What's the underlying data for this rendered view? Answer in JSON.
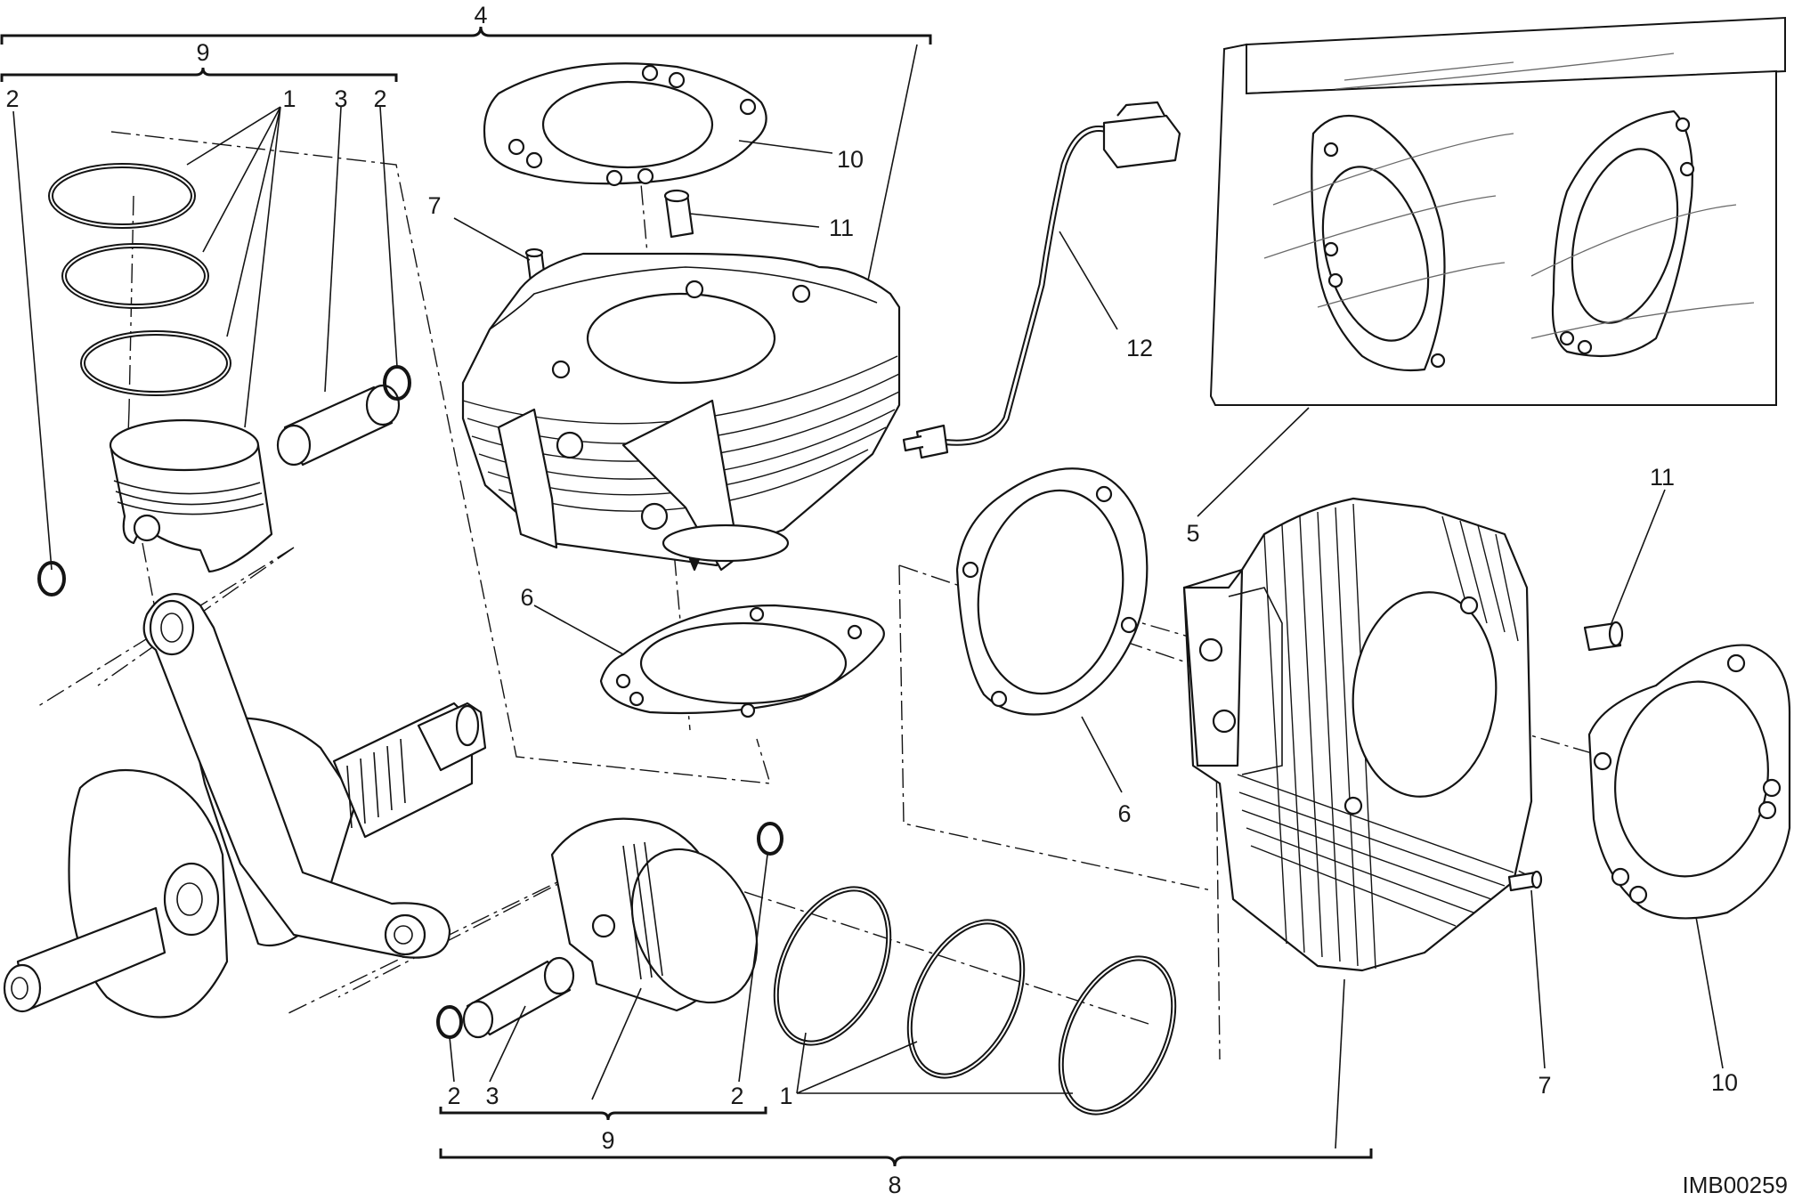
{
  "figure_id": "IMB00259",
  "callouts": {
    "top_assembly": "4",
    "top_piston_group": "9",
    "top_ring_left": "2",
    "top_rings": "1",
    "top_pin": "3",
    "top_ring_right": "2",
    "top_dowel": "7",
    "top_head_gasket": "10",
    "top_dowel_sleeve": "11",
    "top_sensor": "12",
    "top_base_gasket": "6",
    "gasket_kit": "5",
    "bottom_base_gasket": "6",
    "bottom_dowel_sleeve": "11",
    "bottom_dowel": "7",
    "bottom_head_gasket": "10",
    "bottom_ring_left": "2",
    "bottom_pin": "3",
    "bottom_ring_right": "2",
    "bottom_rings": "1",
    "bottom_piston_group": "9",
    "bottom_assembly": "8"
  },
  "colors": {
    "line": "#141414",
    "background": "#ffffff"
  }
}
